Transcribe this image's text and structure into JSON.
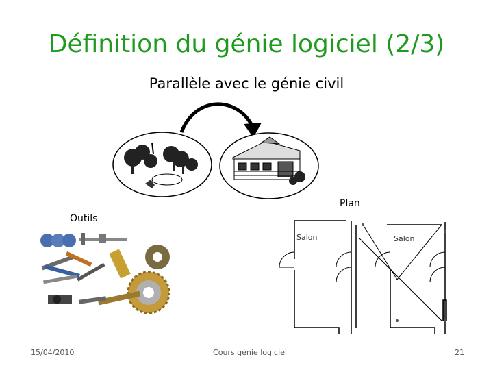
{
  "slide": {
    "title": "Définition du génie logiciel (2/3)",
    "subtitle": "Parallèle avec le génie civil",
    "plan_label": "Plan",
    "tools_label": "Outils"
  },
  "plan": {
    "room_left": "Salon",
    "room_right": "Salon"
  },
  "footer": {
    "date": "15/04/2010",
    "course": "Cours génie logiciel",
    "page": "21"
  }
}
